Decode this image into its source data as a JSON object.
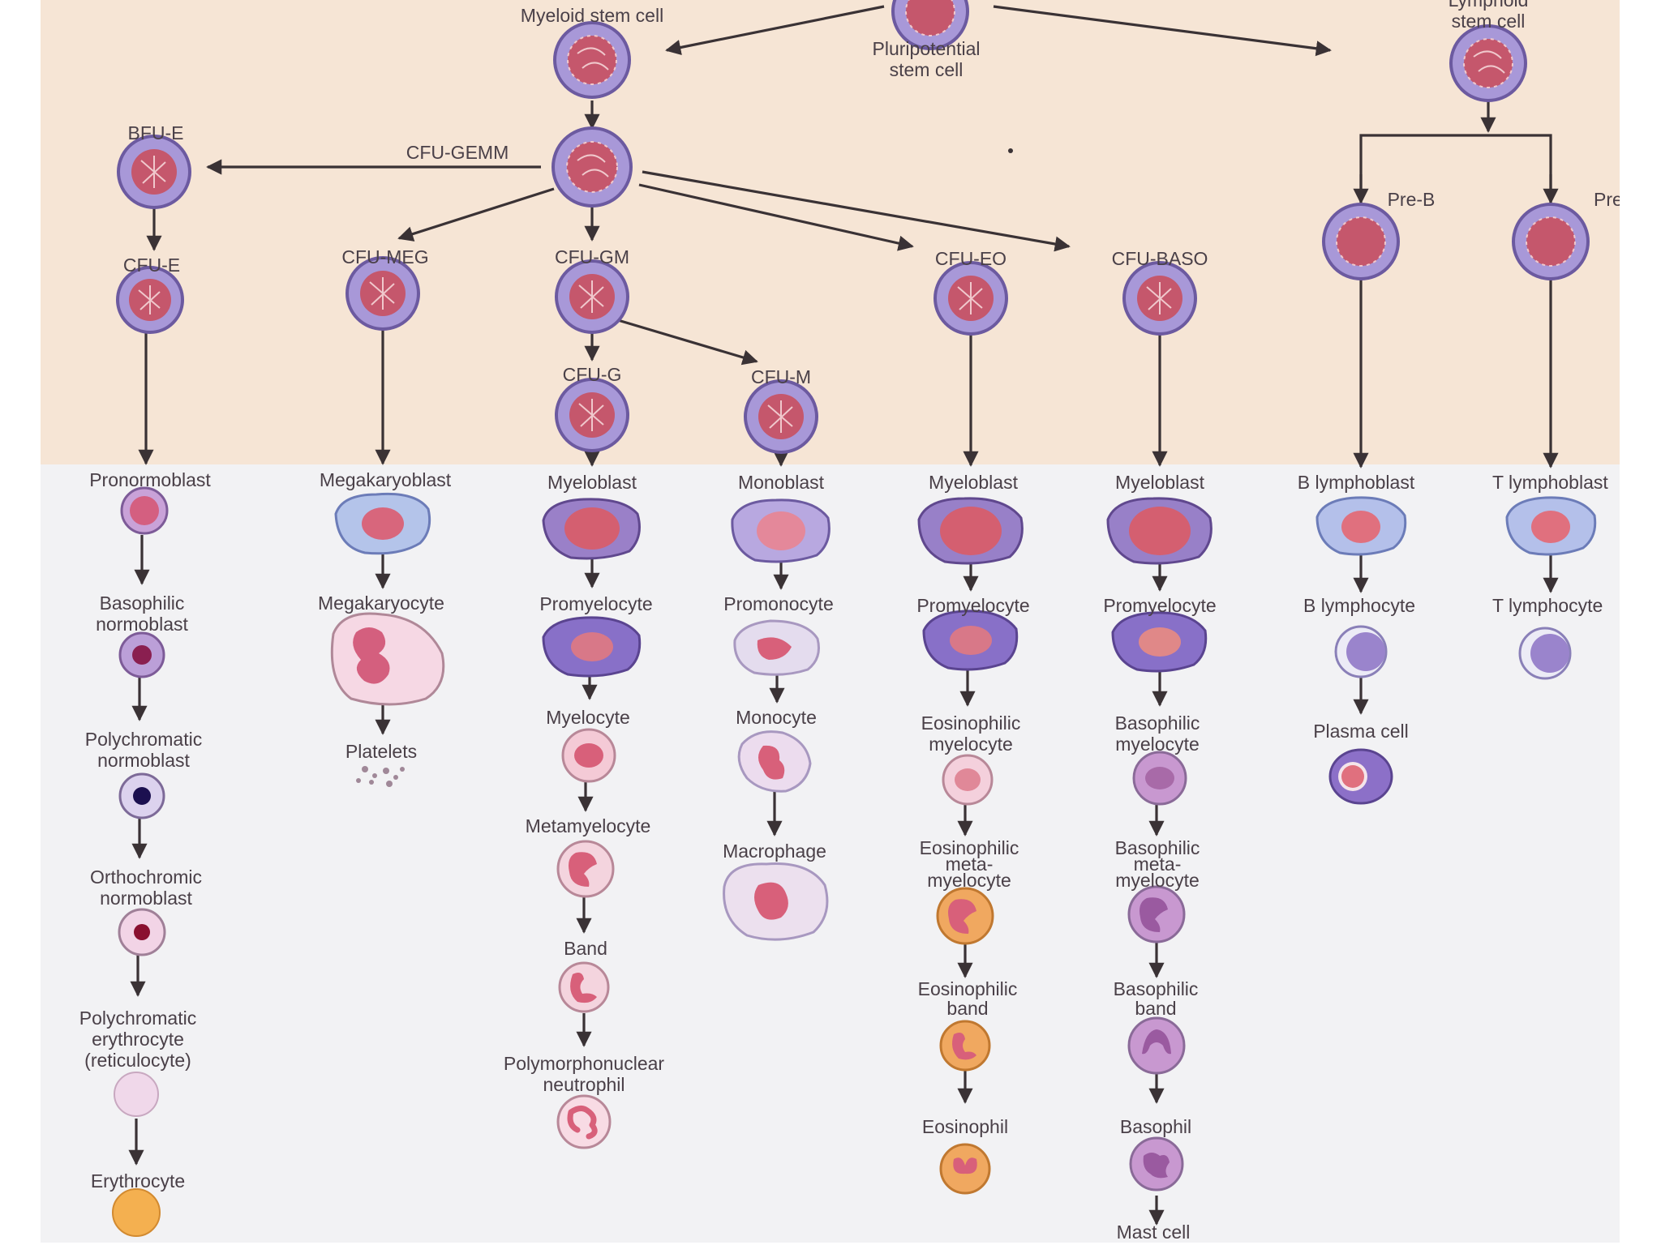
{
  "stem": {
    "myeloid_stem_cell": "Myeloid stem cell",
    "pluripotential_line1": "Pluripotential",
    "pluripotential_line2": "stem cell",
    "lymphoid_line1": "Lymphoid",
    "lymphoid_line2": "stem cell"
  },
  "progenitors": {
    "bfu_e": "BFU-E",
    "cfu_gemm": "CFU-GEMM",
    "cfu_e": "CFU-E",
    "cfu_meg": "CFU-MEG",
    "cfu_gm": "CFU-GM",
    "cfu_eo": "CFU-EO",
    "cfu_baso": "CFU-BASO",
    "cfu_g": "CFU-G",
    "cfu_m": "CFU-M",
    "pre_b": "Pre-B",
    "pre_t": "Pre-T"
  },
  "erythroid": {
    "pronormoblast": "Pronormoblast",
    "basophilic_1": "Basophilic",
    "basophilic_2": "normoblast",
    "polychromatic_1": "Polychromatic",
    "polychromatic_2": "normoblast",
    "orthochromic_1": "Orthochromic",
    "orthochromic_2": "normoblast",
    "reticulocyte_1": "Polychromatic",
    "reticulocyte_2": "erythrocyte",
    "reticulocyte_3": "(reticulocyte)",
    "erythrocyte": "Erythrocyte"
  },
  "megakaryocytic": {
    "megakaryoblast": "Megakaryoblast",
    "megakaryocyte": "Megakaryocyte",
    "platelets": "Platelets"
  },
  "neutrophil": {
    "myeloblast": "Myeloblast",
    "promyelocyte": "Promyelocyte",
    "myelocyte": "Myelocyte",
    "metamyelocyte": "Metamyelocyte",
    "band": "Band",
    "pmn_1": "Polymorphonuclear",
    "pmn_2": "neutrophil"
  },
  "monocytic": {
    "monoblast": "Monoblast",
    "promonocyte": "Promonocyte",
    "monocyte": "Monocyte",
    "macrophage": "Macrophage"
  },
  "eosinophil": {
    "myeloblast": "Myeloblast",
    "promyelocyte": "Promyelocyte",
    "myelocyte_1": "Eosinophilic",
    "myelocyte_2": "myelocyte",
    "meta_1": "Eosinophilic",
    "meta_2": "meta-",
    "meta_3": "myelocyte",
    "band_1": "Eosinophilic",
    "band_2": "band",
    "mature": "Eosinophil"
  },
  "basophil": {
    "myeloblast": "Myeloblast",
    "promyelocyte": "Promyelocyte",
    "myelocyte_1": "Basophilic",
    "myelocyte_2": "myelocyte",
    "meta_1": "Basophilic",
    "meta_2": "meta-",
    "meta_3": "myelocyte",
    "band_1": "Basophilic",
    "band_2": "band",
    "mature": "Basophil",
    "mast_cell": "Mast cell"
  },
  "lymphoid": {
    "b_lymphoblast": "B lymphoblast",
    "b_lymphocyte": "B lymphocyte",
    "plasma_cell": "Plasma cell",
    "t_lymphoblast": "T lymphoblast",
    "t_lymphocyte": "T lymphocyte"
  },
  "colors": {
    "top_background": "#f6e5d5",
    "bottom_background": "#f2f2f4",
    "stem_cell_membrane": "#9a88c8",
    "stem_cell_nucleus": "#c4586c",
    "arrow": "#3a3235",
    "granule_eosinophil": "#f0a860",
    "erythrocyte": "#f4b050"
  }
}
